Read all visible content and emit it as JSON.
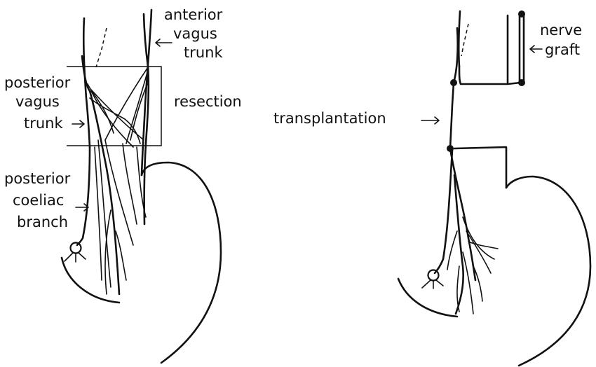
{
  "left_panel": {
    "labels": {
      "anterior_vagus_trunk": [
        "anterior",
        "vagus",
        "trunk"
      ],
      "posterior_vagus_trunk": [
        "posterior",
        "vagus",
        "trunk"
      ],
      "resection": "resection",
      "posterior_coeliac_branch": [
        "posterior",
        "coeliac",
        "branch"
      ]
    }
  },
  "right_panel": {
    "labels": {
      "nerve_graft": [
        "nerve",
        "graft"
      ],
      "transplantation": "transplantation"
    }
  },
  "colors": {
    "ink": "#111111",
    "background": "#ffffff"
  }
}
